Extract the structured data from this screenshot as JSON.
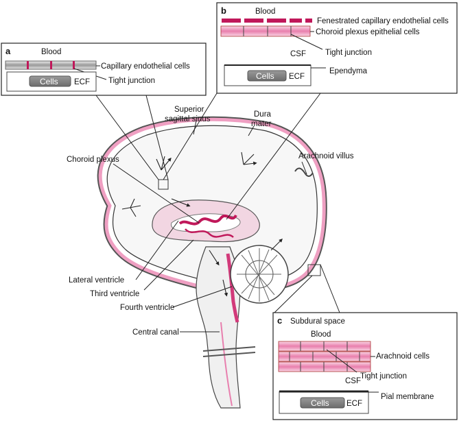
{
  "labels": {
    "superior_sagittal_sinus_1": "Superior",
    "superior_sagittal_sinus_2": "sagittal sinus",
    "dura_mater_1": "Dura",
    "dura_mater_2": "mater",
    "choroid_plexus": "Choroid plexus",
    "arachnoid_villus": "Arachnoid villus",
    "lateral_ventricle": "Lateral ventricle",
    "third_ventricle": "Third ventricle",
    "fourth_ventricle": "Fourth ventricle",
    "central_canal": "Central canal"
  },
  "panel_a": {
    "letter": "a",
    "blood": "Blood",
    "capillary": "Capillary endothelial cells",
    "tight_junction": "Tight junction",
    "cells": "Cells",
    "ecf": "ECF"
  },
  "panel_b": {
    "letter": "b",
    "blood": "Blood",
    "fenestrated": "Fenestrated capillary endothelial cells",
    "choroid_epithelial": "Choroid plexus epithelial cells",
    "tight_junction": "Tight junction",
    "csf": "CSF",
    "ependyma": "Ependyma",
    "cells": "Cells",
    "ecf": "ECF"
  },
  "panel_c": {
    "letter": "c",
    "subdural": "Subdural space",
    "blood": "Blood",
    "arachnoid": "Arachnoid cells",
    "tight_junction": "Tight junction",
    "csf": "CSF",
    "pial": "Pial membrane",
    "cells": "Cells",
    "ecf": "ECF"
  },
  "colors": {
    "pink_dark": "#c0185a",
    "pink": "#e87fae",
    "pink_light": "#f7d4e2",
    "gray_dark": "#555555",
    "gray": "#9a9a9a",
    "gray_light": "#d9d9d9"
  }
}
